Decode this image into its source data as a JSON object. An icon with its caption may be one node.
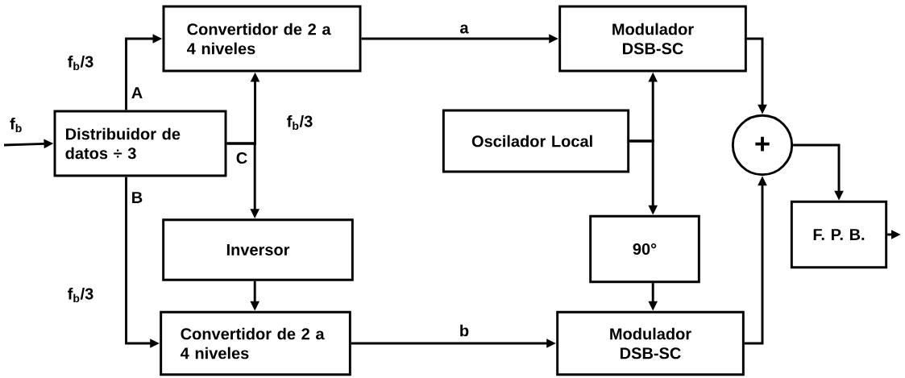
{
  "diagram": {
    "nodes": [
      {
        "text": [
          "Distribuidor de datos ÷ 3"
        ]
      },
      {
        "text": [
          "Convertidor de 2 a 4 niveles"
        ]
      },
      {
        "text": [
          "Inversor"
        ]
      },
      {
        "text": [
          "Convertidor de 2 a 4 niveles"
        ]
      },
      {
        "text": [
          "Modulador DSB-SC"
        ]
      },
      {
        "text": [
          "Oscilador Local"
        ]
      },
      {
        "text": [
          "90°"
        ]
      },
      {
        "text": [
          "Modulador DSB-SC"
        ]
      },
      {
        "text": [
          "+"
        ]
      },
      {
        "text": [
          "F. P. B."
        ]
      }
    ],
    "edges": [
      {
        "from": null,
        "to": 0,
        "arrow": "to",
        "label": "f$_{b}$"
      },
      {
        "from": 0,
        "to": 1,
        "arrow": "to",
        "label": "A"
      },
      {
        "from": 0,
        "to": 3,
        "arrow": "to",
        "label": "B"
      },
      {
        "from": 0,
        "to": 1,
        "arrow": "to"
      },
      {
        "from": 0,
        "to": 2,
        "arrow": "to"
      },
      {
        "from": 1,
        "to": 4,
        "arrow": "to",
        "label": "a"
      },
      {
        "from": 3,
        "to": 7,
        "arrow": "to",
        "label": "b"
      },
      {
        "from": 2,
        "to": 3,
        "arrow": "to"
      },
      {
        "from": 5,
        "to": 4,
        "arrow": "to"
      },
      {
        "from": 5,
        "to": 6,
        "arrow": "to"
      },
      {
        "from": 6,
        "to": 7,
        "arrow": "to"
      },
      {
        "from": 4,
        "to": 8,
        "arrow": "to"
      },
      {
        "from": 7,
        "to": 8,
        "arrow": "to"
      },
      {
        "from": 8,
        "to": 9,
        "arrow": "to"
      },
      {
        "from": 9,
        "to": null,
        "arrow": "to"
      }
    ],
    "labels": [
      "f$_{b}$/3",
      "C",
      "f$_{b}$/3",
      "f$_{b}$/3"
    ]
  }
}
